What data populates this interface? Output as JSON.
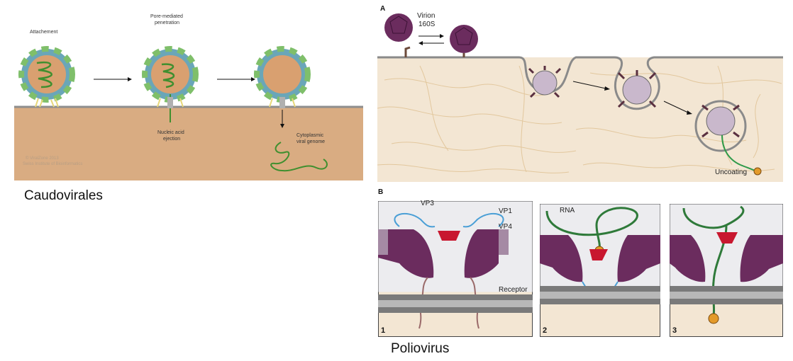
{
  "captions": {
    "left": "Caudovirales",
    "right": "Poliovirus"
  },
  "caudovirales": {
    "stage1": "Attachement",
    "stage2_line1": "Pore-mediated",
    "stage2_line2": "penetration",
    "ejection_line1": "Nucleic acid",
    "ejection_line2": "ejection",
    "genome_line1": "Cytoplasmic",
    "genome_line2": "viral genome",
    "watermark_line1": "© ViralZone 2013",
    "watermark_line2": "Swiss Institute of Bioinformatics"
  },
  "panel_a": {
    "letter": "A",
    "virion_line1": "Virion",
    "virion_line2": "160S",
    "uncoating": "Uncoating"
  },
  "panel_b": {
    "letter": "B",
    "vp3": "VP3",
    "vp1": "VP1",
    "vp4": "VP4",
    "receptor": "Receptor",
    "rna": "RNA",
    "step1": "1",
    "step2": "2",
    "step3": "3"
  },
  "colors": {
    "cytoplasm": "#d9ac82",
    "membrane_line": "#8a8a8a",
    "capsid_green": "#7fbf6a",
    "capsid_blue": "#6aa6b8",
    "genome_green": "#3f8f2f",
    "virion_purple": "#6b2c5e",
    "vp3_red": "#c8172f",
    "vp1_blue": "#4a9fd6",
    "rna_green": "#2f7a3a",
    "rna_tip_orange": "#e39a2a",
    "fiber_tan": "#e2c79d"
  }
}
